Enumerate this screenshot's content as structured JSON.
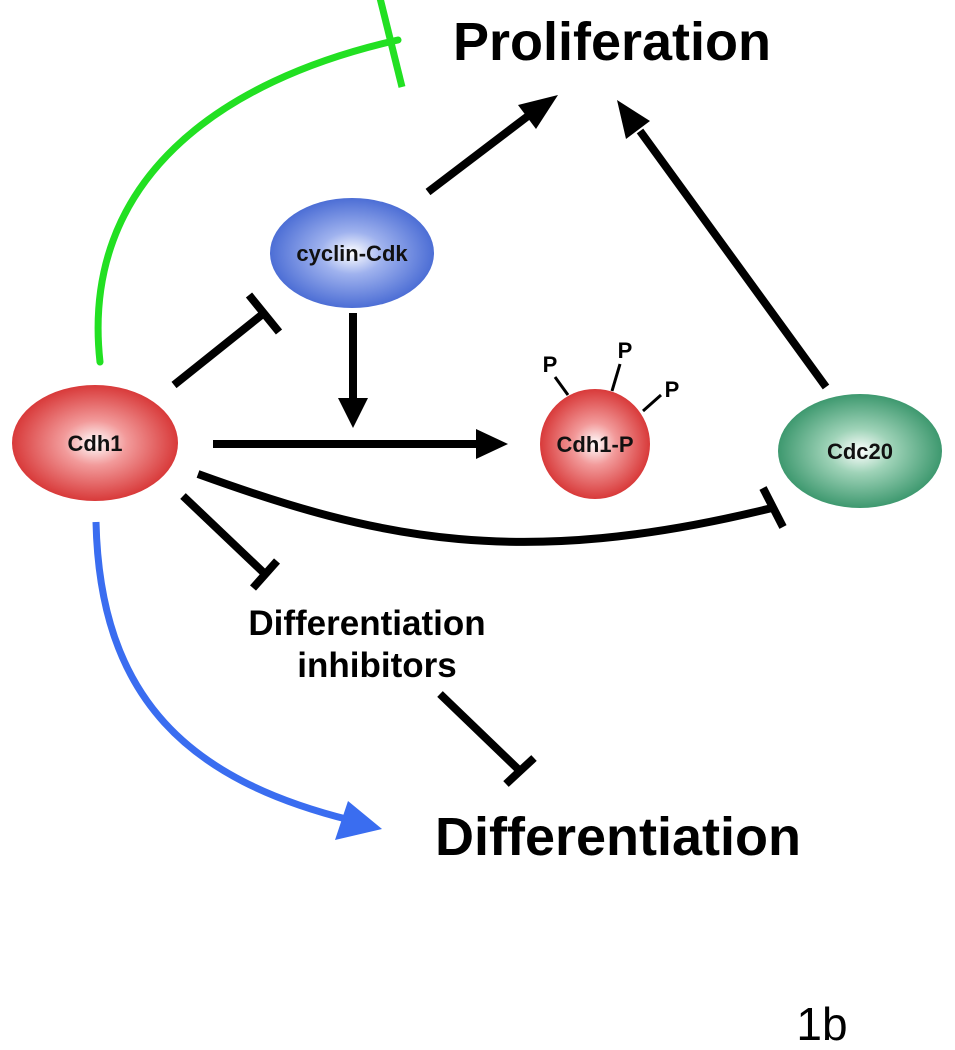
{
  "outcomes": {
    "proliferation": "Proliferation",
    "differentiation": "Differentiation"
  },
  "nodes": {
    "cdh1": "Cdh1",
    "cyclin_cdk": "cyclin-Cdk",
    "cdh1_p": "Cdh1-P",
    "cdc20": "Cdc20"
  },
  "phospho": {
    "p1": "P",
    "p2": "P",
    "p3": "P"
  },
  "inhibitors": {
    "line1": "Differentiation",
    "line2": "inhibitors"
  },
  "figure_label": "1b",
  "colors": {
    "cdh1": "#d42a2a",
    "cyclin_cdk": "#3f63d1",
    "cdc20": "#2e8f63",
    "green_edge": "#22e022",
    "blue_edge": "#3a6df0",
    "black_edge": "#000000"
  }
}
